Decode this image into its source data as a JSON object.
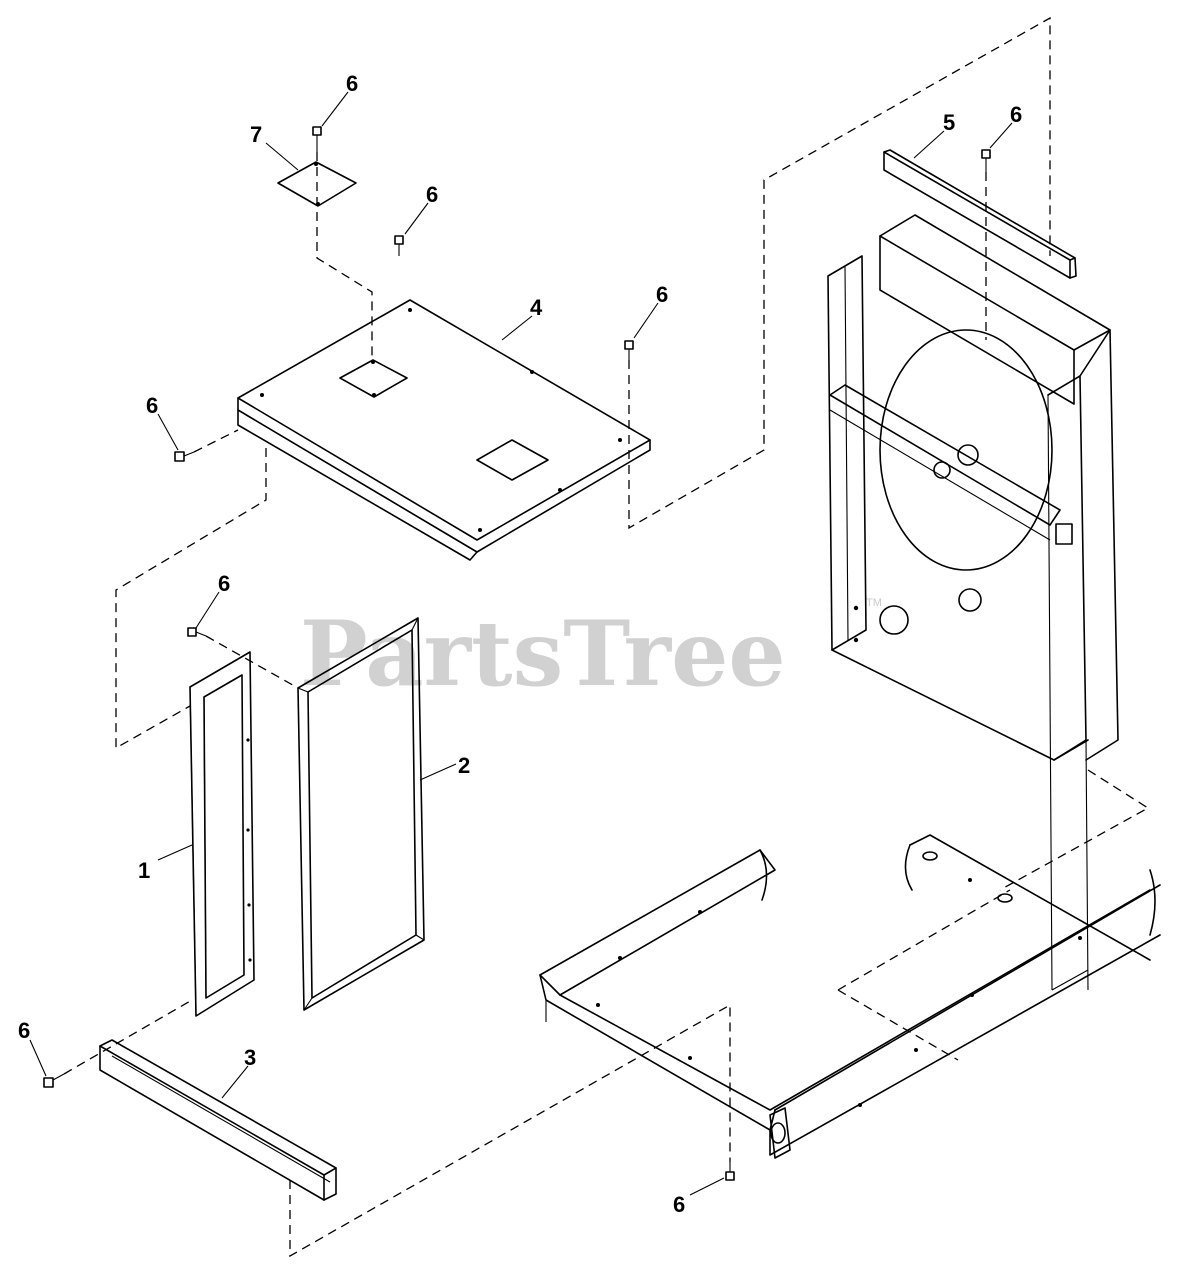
{
  "watermark": {
    "text": "PartsTree",
    "trademark": "TM"
  },
  "callouts": [
    {
      "id": "c6a",
      "text": "6"
    },
    {
      "id": "c7",
      "text": "7"
    },
    {
      "id": "c6b",
      "text": "6"
    },
    {
      "id": "c4",
      "text": "4"
    },
    {
      "id": "c6c",
      "text": "6"
    },
    {
      "id": "c6d",
      "text": "6"
    },
    {
      "id": "c5",
      "text": "5"
    },
    {
      "id": "c6e",
      "text": "6"
    },
    {
      "id": "c6f",
      "text": "6"
    },
    {
      "id": "c2",
      "text": "2"
    },
    {
      "id": "c1",
      "text": "1"
    },
    {
      "id": "c6g",
      "text": "6"
    },
    {
      "id": "c3",
      "text": "3"
    },
    {
      "id": "c6h",
      "text": "6"
    }
  ]
}
